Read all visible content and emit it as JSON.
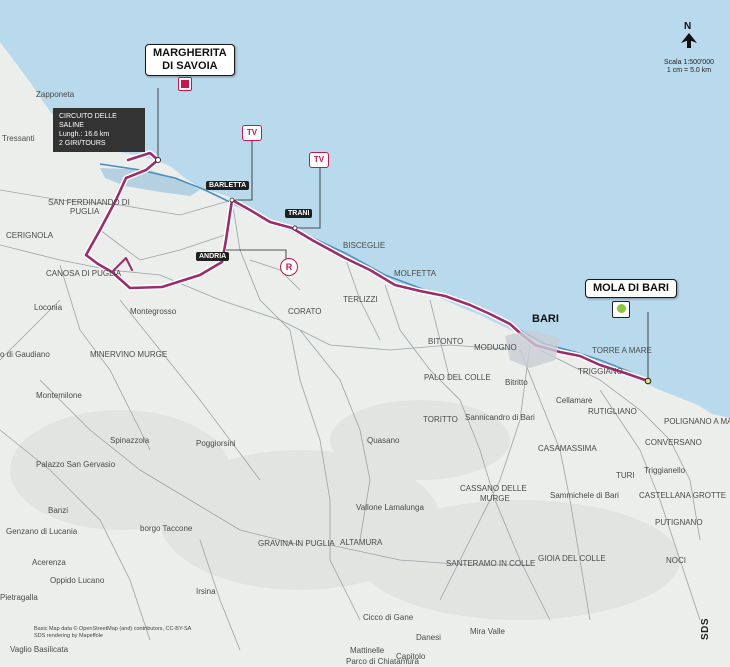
{
  "map": {
    "colors": {
      "sea": "#b9d9ec",
      "land": "#eceeec",
      "route": "#9a2d6a",
      "route_halo": "#ffffff",
      "coast_road": "#4a8fbf"
    },
    "places": [
      {
        "id": "zapponeta",
        "label": "Zapponeta"
      },
      {
        "id": "tressanti",
        "label": "Tressanti"
      },
      {
        "id": "san-ferdinando",
        "label": "SAN FERDINANDO DI"
      },
      {
        "id": "san-ferdinando-2",
        "label": "PUGLIA"
      },
      {
        "id": "cerignola",
        "label": "CERIGNOLA"
      },
      {
        "id": "canosa",
        "label": "CANOSA DI PUGLIA"
      },
      {
        "id": "loconia",
        "label": "Loconia"
      },
      {
        "id": "montegrosso",
        "label": "Montegrosso"
      },
      {
        "id": "gaudiano",
        "label": "o di Gaudiano"
      },
      {
        "id": "minervino",
        "label": "MINERVINO MURGE"
      },
      {
        "id": "montemilone",
        "label": "Montemilone"
      },
      {
        "id": "spinazzola",
        "label": "Spinazzola"
      },
      {
        "id": "palazzo",
        "label": "Palazzo San Gervasio"
      },
      {
        "id": "poggiorsini",
        "label": "Poggiorsini"
      },
      {
        "id": "banzi",
        "label": "Banzi"
      },
      {
        "id": "genzano",
        "label": "Genzano di Lucania"
      },
      {
        "id": "borgo-taccone",
        "label": "borgo Taccone"
      },
      {
        "id": "acerenza",
        "label": "Acerenza"
      },
      {
        "id": "oppido",
        "label": "Oppido Lucano"
      },
      {
        "id": "irsina",
        "label": "Irsina"
      },
      {
        "id": "pietragalla",
        "label": "Pietragalla"
      },
      {
        "id": "vaglio",
        "label": "Vaglio Basilicata"
      },
      {
        "id": "gravina",
        "label": "GRAVINA IN PUGLIA"
      },
      {
        "id": "altamura",
        "label": "ALTAMURA"
      },
      {
        "id": "corato",
        "label": "CORATO"
      },
      {
        "id": "terlizzi",
        "label": "TERLIZZI"
      },
      {
        "id": "bisceglie",
        "label": "BISCEGLIE"
      },
      {
        "id": "molfetta",
        "label": "MOLFETTA"
      },
      {
        "id": "bitonto",
        "label": "BITONTO"
      },
      {
        "id": "modugno",
        "label": "MODUGNO"
      },
      {
        "id": "palo",
        "label": "PALO DEL COLLE"
      },
      {
        "id": "bitritto",
        "label": "Bitritto"
      },
      {
        "id": "toritto",
        "label": "TORITTO"
      },
      {
        "id": "sannicandro",
        "label": "Sannicandro di Bari"
      },
      {
        "id": "quasano",
        "label": "Quasano"
      },
      {
        "id": "triggiano",
        "label": "TRIGGIANO"
      },
      {
        "id": "cellamare",
        "label": "Cellamare"
      },
      {
        "id": "rutigliano",
        "label": "RUTIGLIANO"
      },
      {
        "id": "casamassima",
        "label": "CASAMASSIMA"
      },
      {
        "id": "conversano",
        "label": "CONVERSANO"
      },
      {
        "id": "turi",
        "label": "TURI"
      },
      {
        "id": "triggianello",
        "label": "Triggianello"
      },
      {
        "id": "castellana",
        "label": "CASTELLANA GROTTE"
      },
      {
        "id": "putignano",
        "label": "PUTIGNANO"
      },
      {
        "id": "polignano",
        "label": "POLIGNANO A MARE"
      },
      {
        "id": "noci",
        "label": "NOCI"
      },
      {
        "id": "cassano",
        "label": "CASSANO DELLE"
      },
      {
        "id": "cassano-2",
        "label": "MURGE"
      },
      {
        "id": "sammichele",
        "label": "Sammichele di Bari"
      },
      {
        "id": "santeramo",
        "label": "SANTERAMO IN COLLE"
      },
      {
        "id": "gioia",
        "label": "GIOIA DEL COLLE"
      },
      {
        "id": "vallone",
        "label": "Vallone Lamalunga"
      },
      {
        "id": "cicco",
        "label": "Cicco di Gane"
      },
      {
        "id": "danesi",
        "label": "Danesi"
      },
      {
        "id": "mattinelle",
        "label": "Mattinelle"
      },
      {
        "id": "chiatamura",
        "label": "Parco di Chiatamura"
      },
      {
        "id": "capitolo",
        "label": "Capitolo"
      },
      {
        "id": "mira-valle",
        "label": "Mira Valle"
      },
      {
        "id": "torre-a-mare",
        "label": "TORRE A MARE"
      },
      {
        "id": "bari-label",
        "label": "BARI"
      }
    ],
    "tags": {
      "barletta": "BARLETTA",
      "trani": "TRANI",
      "andria": "ANDRIA"
    },
    "start_box": {
      "line1": "MARGHERITA",
      "line2": "DI SAVOIA"
    },
    "finish_box": {
      "line1": "MOLA DI BARI"
    },
    "circuit_info": {
      "line1": "CIRCUITO DELLE SALINE",
      "line2": "Lungh.: 16.6 km",
      "line3": "2 GIRI/TOURS"
    },
    "tv_label": "TV",
    "refuel_label": "R",
    "north_label": "N",
    "scale": {
      "line1": "Scala 1:500'000",
      "line2": "1 cm = 5.0 km"
    },
    "credits": {
      "line1": "Basic Map data © OpenStreetMap (and) contributors, CC-BY-SA",
      "line2": "SDS rendering by Mapeffole"
    },
    "logo": "SDS"
  }
}
